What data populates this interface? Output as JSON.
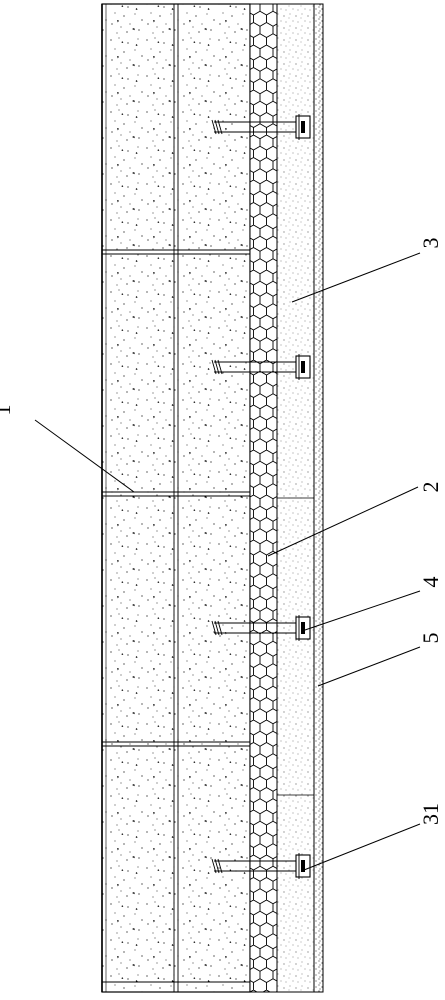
{
  "labels": {
    "l1": "1",
    "l2": "2",
    "l3": "3",
    "l4": "4",
    "l5": "5",
    "l31": "31"
  },
  "colors": {
    "line": "#000000",
    "background": "#ffffff"
  }
}
